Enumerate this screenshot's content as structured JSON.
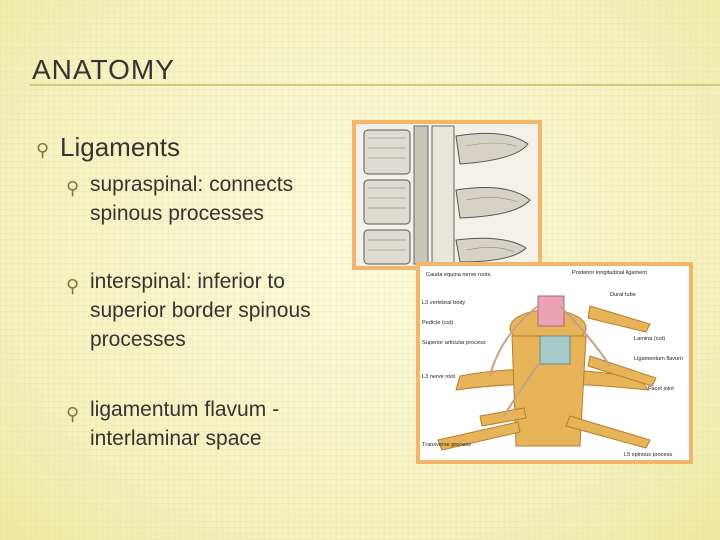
{
  "slide": {
    "title": "ANATOMY",
    "bullet_symbol": "⚲",
    "level1": {
      "label": "Ligaments"
    },
    "level2": [
      {
        "text": "supraspinal:  connects spinous processes"
      },
      {
        "text": "interspinal:  inferior to superior border spinous processes"
      },
      {
        "text": "ligamentum flavum - interlaminar space"
      }
    ]
  },
  "figure_labels": {
    "cauda_equina": "Cauda equina nerve roots",
    "posterior_longitudinal": "Posterior longitudinal ligament",
    "l3_vertebral_body": "L3 vertebral body",
    "dural_tube": "Dural tube",
    "pedicle": "Pedicle (cut)",
    "lamina": "Lamina (cut)",
    "superior_articular": "Superior articular process",
    "ligamentum_flavum": "Ligamentum flavum",
    "l3_nerve_root": "L3 nerve root",
    "facet_joint": "Facet joint",
    "transverse_process": "Transverse process",
    "l5_spinous": "L5 spinous process"
  },
  "colors": {
    "frame": "#f2b56a",
    "bone": "#e8b45a",
    "title_rule": "#cfcb7e"
  }
}
